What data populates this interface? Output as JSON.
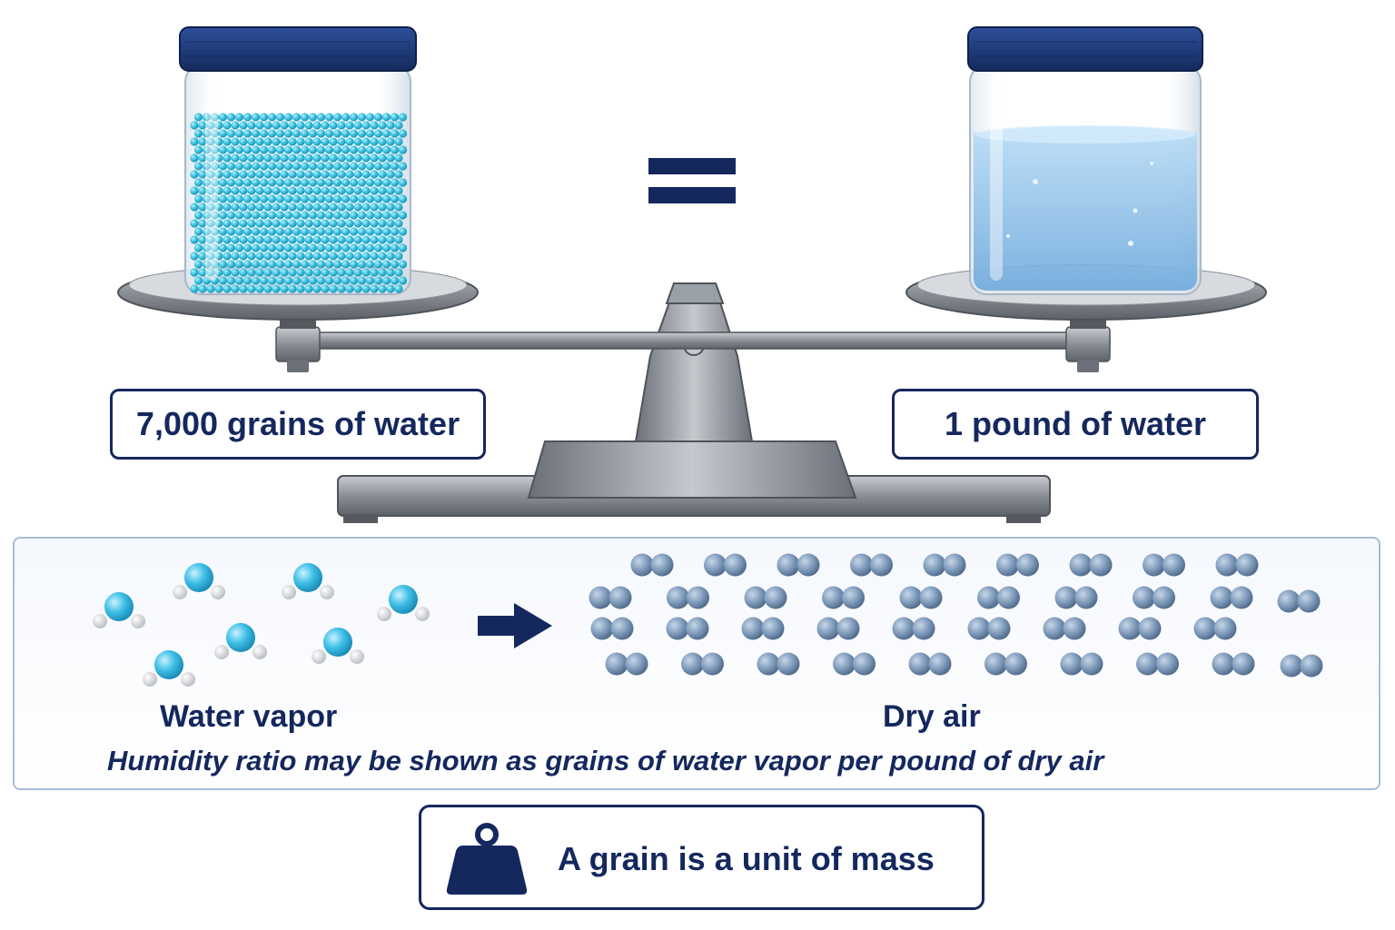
{
  "colors": {
    "navy": "#14285e",
    "beads": "#3cc3e0",
    "water": "#9ccbf0",
    "lid": "#1d3a7a",
    "metal": "#8a8f96",
    "air_molecule": "#7f9bbb",
    "oxygen_atom": "#3fbfe6",
    "hydrogen_atom": "#f2f2f2"
  },
  "icons": {
    "equals": "equals-sign-icon",
    "arrow": "right-arrow-icon",
    "weight": "weight-icon"
  },
  "balance": {
    "left_pan_label": "7,000 grains of water",
    "right_pan_label": "1 pound of water"
  },
  "molecules": {
    "vapor_caption": "Water vapor",
    "air_caption": "Dry air",
    "ratio_note": "Humidity ratio may be shown as grains of water vapor per pound of dry air"
  },
  "footer": {
    "grain_note": "A grain is a unit of mass"
  }
}
